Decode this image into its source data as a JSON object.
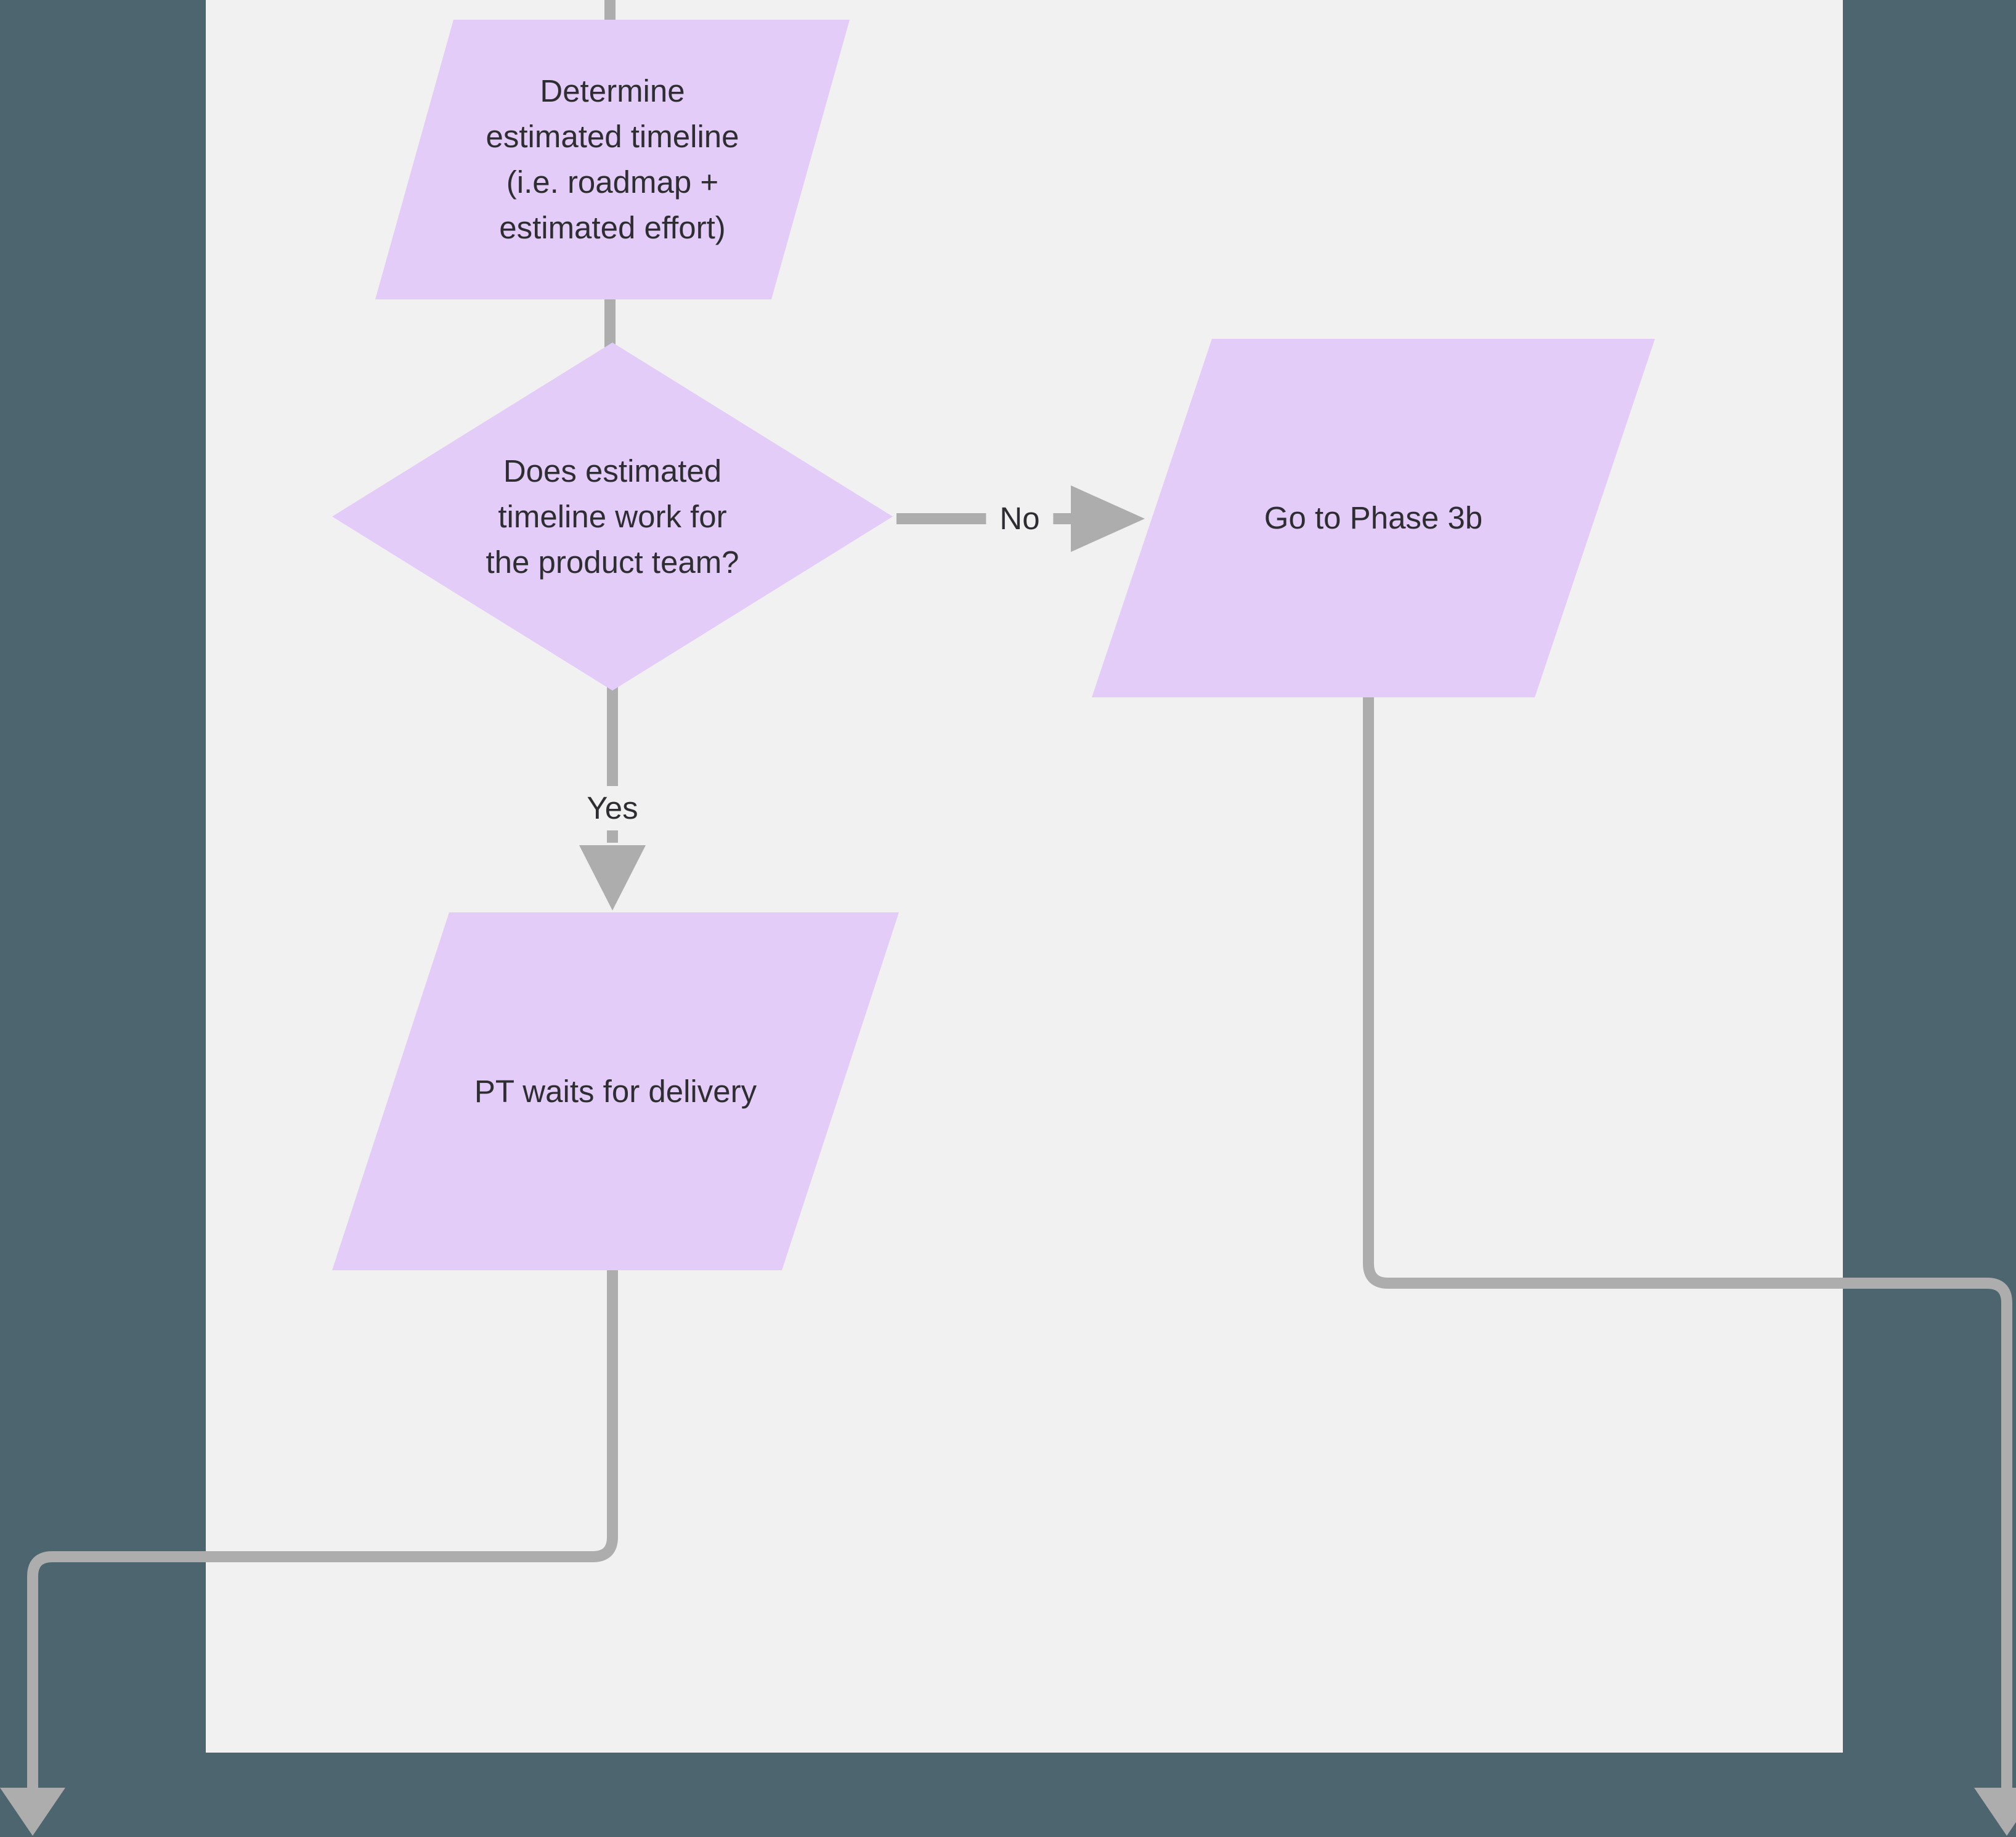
{
  "colors": {
    "background": "#4d656e",
    "canvas": "#f2f1f1",
    "shape_fill": "#e3cdf8",
    "connector": "#adadad",
    "text": "#2d2d32"
  },
  "diagram": {
    "type": "flowchart",
    "nodes": {
      "determine_timeline": {
        "shape": "parallelogram",
        "label": "Determine\nestimated timeline\n(i.e. roadmap +\nestimated effort)"
      },
      "timeline_decision": {
        "shape": "diamond",
        "label": "Does estimated\ntimeline work for\nthe product team?"
      },
      "go_to_phase_3b": {
        "shape": "parallelogram",
        "label": "Go to Phase 3b"
      },
      "pt_waits": {
        "shape": "parallelogram",
        "label": "PT waits for delivery"
      }
    },
    "edges": {
      "no_label": "No",
      "yes_label": "Yes"
    }
  }
}
